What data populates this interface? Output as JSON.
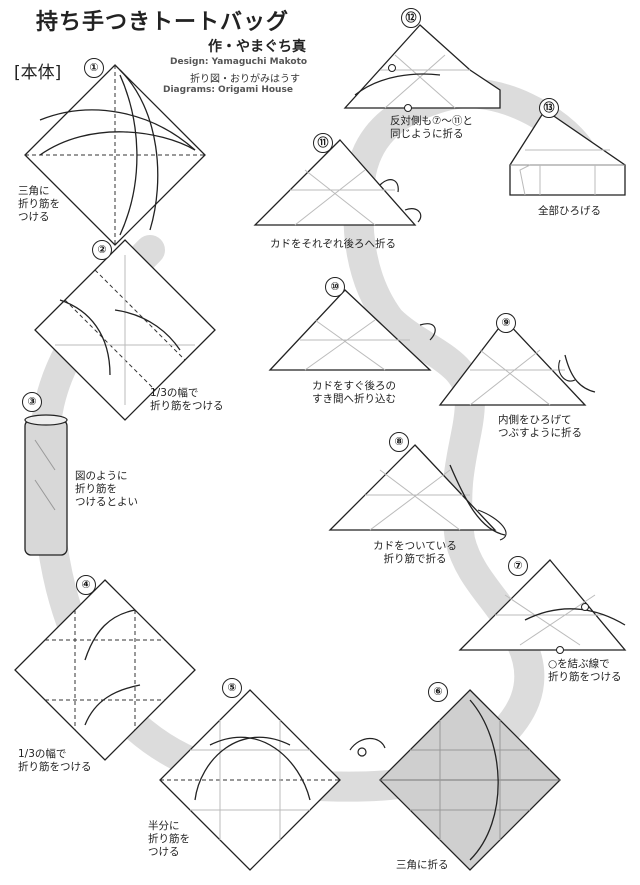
{
  "header": {
    "title": "持ち手つきトートバッグ",
    "author": "作・やまぐち真",
    "design_credit": "Design: Yamaguchi Makoto",
    "diagram_credit_jp": "折り図・おりがみはうす",
    "diagram_credit": "Diagrams: Origami House",
    "section": "[本体]"
  },
  "steps": [
    {
      "number": "①",
      "caption_lines": [
        "三角に",
        "折り筋を",
        "つける"
      ]
    },
    {
      "number": "②",
      "caption_lines": [
        "1/3の幅で",
        "折り筋をつける"
      ]
    },
    {
      "number": "③",
      "caption_lines": [
        "図のように",
        "折り筋を",
        "つけるとよい"
      ]
    },
    {
      "number": "④",
      "caption_lines": [
        "1/3の幅で",
        "折り筋をつける"
      ]
    },
    {
      "number": "⑤",
      "caption_lines": [
        "半分に",
        "折り筋を",
        "つける"
      ]
    },
    {
      "number": "⑥",
      "caption_lines": [
        "三角に折る"
      ]
    },
    {
      "number": "⑦",
      "caption_lines": [
        "○を結ぶ線で",
        "折り筋をつける"
      ]
    },
    {
      "number": "⑧",
      "caption_lines": [
        "カドをついている",
        "折り筋で折る"
      ]
    },
    {
      "number": "⑨",
      "caption_lines": [
        "内側をひろげて",
        "つぶすように折る"
      ]
    },
    {
      "number": "⑩",
      "caption_lines": [
        "カドをすぐ後ろの",
        "すき間へ折り込む"
      ]
    },
    {
      "number": "⑪",
      "caption_lines": [
        "カドをそれぞれ後ろへ折る"
      ]
    },
    {
      "number": "⑫",
      "caption_lines": [
        "反対側も⑦～⑪と",
        "同じように折る"
      ]
    },
    {
      "number": "⑬",
      "caption_lines": [
        "全部ひろげる"
      ]
    }
  ],
  "colors": {
    "paper": "#ffffff",
    "paper_back": "#cfcfcf",
    "flow_band": "#dcdcdc",
    "line": "#222222"
  }
}
